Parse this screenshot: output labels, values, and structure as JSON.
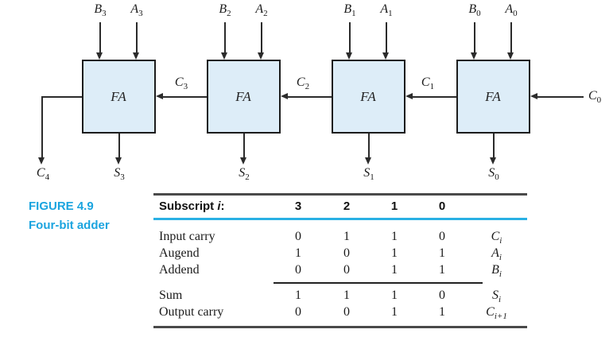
{
  "figure": {
    "number": "FIGURE 4.9",
    "caption": "Four-bit adder"
  },
  "diagram": {
    "fa_label": "FA",
    "units": [
      {
        "b": {
          "base": "B",
          "sub": "3"
        },
        "a": {
          "base": "A",
          "sub": "3"
        },
        "s": {
          "base": "S",
          "sub": "3"
        }
      },
      {
        "b": {
          "base": "B",
          "sub": "2"
        },
        "a": {
          "base": "A",
          "sub": "2"
        },
        "s": {
          "base": "S",
          "sub": "2"
        }
      },
      {
        "b": {
          "base": "B",
          "sub": "1"
        },
        "a": {
          "base": "A",
          "sub": "1"
        },
        "s": {
          "base": "S",
          "sub": "1"
        }
      },
      {
        "b": {
          "base": "B",
          "sub": "0"
        },
        "a": {
          "base": "A",
          "sub": "0"
        },
        "s": {
          "base": "S",
          "sub": "0"
        }
      }
    ],
    "carries": {
      "c4": {
        "base": "C",
        "sub": "4"
      },
      "c3": {
        "base": "C",
        "sub": "3"
      },
      "c2": {
        "base": "C",
        "sub": "2"
      },
      "c1": {
        "base": "C",
        "sub": "1"
      },
      "c0": {
        "base": "C",
        "sub": "0"
      }
    }
  },
  "table": {
    "header": {
      "label_main": "Subscript ",
      "label_var": "i",
      "label_colon": ":",
      "columns": [
        "3",
        "2",
        "1",
        "0"
      ]
    },
    "rows": [
      {
        "label": "Input carry",
        "values": [
          "0",
          "1",
          "1",
          "0"
        ],
        "sym": {
          "base": "C",
          "sub": "i"
        }
      },
      {
        "label": "Augend",
        "values": [
          "1",
          "0",
          "1",
          "1"
        ],
        "sym": {
          "base": "A",
          "sub": "i"
        }
      },
      {
        "label": "Addend",
        "values": [
          "0",
          "0",
          "1",
          "1"
        ],
        "sym": {
          "base": "B",
          "sub": "i"
        }
      },
      {
        "label": "Sum",
        "values": [
          "1",
          "1",
          "1",
          "0"
        ],
        "sym": {
          "base": "S",
          "sub": "i"
        }
      },
      {
        "label": "Output carry",
        "values": [
          "0",
          "0",
          "1",
          "1"
        ],
        "sym": {
          "base": "C",
          "sub": "i+1"
        }
      }
    ]
  }
}
